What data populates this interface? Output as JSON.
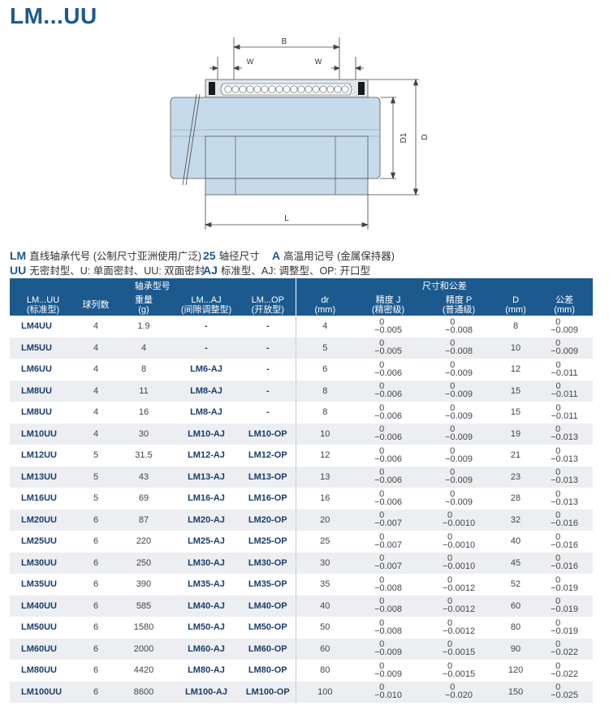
{
  "title": "LM...UU",
  "diagram": {
    "label_B": "B",
    "label_W_left": "W",
    "label_W_right": "W",
    "label_D1": "D1",
    "label_D": "D",
    "label_L": "L"
  },
  "legend": {
    "row1": {
      "code1": "LM",
      "text1": "直线轴承代号 (公制尺寸亚洲使用广泛)",
      "code2": "25",
      "text2": "轴径尺寸",
      "code3": "A",
      "text3": "高温用记号 (金属保持器)"
    },
    "row2": {
      "code1": "UU",
      "text1": "无密封型、U: 单面密封、UU: 双面密封",
      "code2": "AJ",
      "text2": "标准型、AJ: 调整型、OP: 开口型"
    }
  },
  "table": {
    "group_left": "轴承型号",
    "group_right": "尺寸和公差",
    "headers": [
      {
        "l1": "LM...UU",
        "l2": "(标准型)"
      },
      {
        "l1": "球列数",
        "l2": ""
      },
      {
        "l1": "重量",
        "l2": "(g)"
      },
      {
        "l1": "LM...AJ",
        "l2": "(间隙调整型)"
      },
      {
        "l1": "LM...OP",
        "l2": "(开放型)"
      },
      {
        "l1": "dr",
        "l2": "(mm)"
      },
      {
        "l1": "精度 J",
        "l2": "(精密级)"
      },
      {
        "l1": "精度 P",
        "l2": "(普通级)"
      },
      {
        "l1": "D",
        "l2": "(mm)"
      },
      {
        "l1": "公差",
        "l2": "(mm)"
      }
    ],
    "rows": [
      {
        "uu": "LM4UU",
        "balls": "4",
        "weight": "1.9",
        "aj": "-",
        "op": "-",
        "dr": "4",
        "j_top": "0",
        "j_bot": "−0.005",
        "p_top": "0",
        "p_bot": "−0.008",
        "d": "8",
        "tol_top": "0",
        "tol_bot": "−0.009"
      },
      {
        "uu": "LM5UU",
        "balls": "4",
        "weight": "4",
        "aj": "-",
        "op": "-",
        "dr": "5",
        "j_top": "0",
        "j_bot": "−0.005",
        "p_top": "0",
        "p_bot": "−0.008",
        "d": "10",
        "tol_top": "0",
        "tol_bot": "−0.009"
      },
      {
        "uu": "LM6UU",
        "balls": "4",
        "weight": "8",
        "aj": "LM6-AJ",
        "op": "-",
        "dr": "6",
        "j_top": "0",
        "j_bot": "−0.006",
        "p_top": "0",
        "p_bot": "−0.009",
        "d": "12",
        "tol_top": "0",
        "tol_bot": "−0.011"
      },
      {
        "uu": "LM8UU",
        "balls": "4",
        "weight": "11",
        "aj": "LM8-AJ",
        "op": "-",
        "dr": "8",
        "j_top": "0",
        "j_bot": "−0.006",
        "p_top": "0",
        "p_bot": "−0.009",
        "d": "15",
        "tol_top": "0",
        "tol_bot": "−0.011"
      },
      {
        "uu": "LM8UU",
        "balls": "4",
        "weight": "16",
        "aj": "LM8-AJ",
        "op": "-",
        "dr": "8",
        "j_top": "0",
        "j_bot": "−0.006",
        "p_top": "0",
        "p_bot": "−0.009",
        "d": "15",
        "tol_top": "0",
        "tol_bot": "−0.011"
      },
      {
        "uu": "LM10UU",
        "balls": "4",
        "weight": "30",
        "aj": "LM10-AJ",
        "op": "LM10-OP",
        "dr": "10",
        "j_top": "0",
        "j_bot": "−0.006",
        "p_top": "0",
        "p_bot": "−0.009",
        "d": "19",
        "tol_top": "0",
        "tol_bot": "−0.013"
      },
      {
        "uu": "LM12UU",
        "balls": "5",
        "weight": "31.5",
        "aj": "LM12-AJ",
        "op": "LM12-OP",
        "dr": "12",
        "j_top": "0",
        "j_bot": "−0.006",
        "p_top": "0",
        "p_bot": "−0.009",
        "d": "21",
        "tol_top": "0",
        "tol_bot": "−0.013"
      },
      {
        "uu": "LM13UU",
        "balls": "5",
        "weight": "43",
        "aj": "LM13-AJ",
        "op": "LM13-OP",
        "dr": "13",
        "j_top": "0",
        "j_bot": "−0.006",
        "p_top": "0",
        "p_bot": "−0.009",
        "d": "23",
        "tol_top": "0",
        "tol_bot": "−0.013"
      },
      {
        "uu": "LM16UU",
        "balls": "5",
        "weight": "69",
        "aj": "LM16-AJ",
        "op": "LM16-OP",
        "dr": "16",
        "j_top": "0",
        "j_bot": "−0.006",
        "p_top": "0",
        "p_bot": "−0.009",
        "d": "28",
        "tol_top": "0",
        "tol_bot": "−0.013"
      },
      {
        "uu": "LM20UU",
        "balls": "6",
        "weight": "87",
        "aj": "LM20-AJ",
        "op": "LM20-OP",
        "dr": "20",
        "j_top": "0",
        "j_bot": "−0.007",
        "p_top": "0",
        "p_bot": "−0.0010",
        "d": "32",
        "tol_top": "0",
        "tol_bot": "−0.016"
      },
      {
        "uu": "LM25UU",
        "balls": "6",
        "weight": "220",
        "aj": "LM25-AJ",
        "op": "LM25-OP",
        "dr": "25",
        "j_top": "0",
        "j_bot": "−0.007",
        "p_top": "0",
        "p_bot": "−0.0010",
        "d": "40",
        "tol_top": "0",
        "tol_bot": "−0.016"
      },
      {
        "uu": "LM30UU",
        "balls": "6",
        "weight": "250",
        "aj": "LM30-AJ",
        "op": "LM30-OP",
        "dr": "30",
        "j_top": "0",
        "j_bot": "−0.007",
        "p_top": "0",
        "p_bot": "−0.0010",
        "d": "45",
        "tol_top": "0",
        "tol_bot": "−0.016"
      },
      {
        "uu": "LM35UU",
        "balls": "6",
        "weight": "390",
        "aj": "LM35-AJ",
        "op": "LM35-OP",
        "dr": "35",
        "j_top": "0",
        "j_bot": "−0.008",
        "p_top": "0",
        "p_bot": "−0.0012",
        "d": "52",
        "tol_top": "0",
        "tol_bot": "−0.019"
      },
      {
        "uu": "LM40UU",
        "balls": "6",
        "weight": "585",
        "aj": "LM40-AJ",
        "op": "LM40-OP",
        "dr": "40",
        "j_top": "0",
        "j_bot": "−0.008",
        "p_top": "0",
        "p_bot": "−0.0012",
        "d": "60",
        "tol_top": "0",
        "tol_bot": "−0.019"
      },
      {
        "uu": "LM50UU",
        "balls": "6",
        "weight": "1580",
        "aj": "LM50-AJ",
        "op": "LM50-OP",
        "dr": "50",
        "j_top": "0",
        "j_bot": "−0.008",
        "p_top": "0",
        "p_bot": "−0.0012",
        "d": "80",
        "tol_top": "0",
        "tol_bot": "−0.019"
      },
      {
        "uu": "LM60UU",
        "balls": "6",
        "weight": "2000",
        "aj": "LM60-AJ",
        "op": "LM60-OP",
        "dr": "60",
        "j_top": "0",
        "j_bot": "−0.009",
        "p_top": "0",
        "p_bot": "−0.0015",
        "d": "90",
        "tol_top": "0",
        "tol_bot": "−0.022"
      },
      {
        "uu": "LM80UU",
        "balls": "6",
        "weight": "4420",
        "aj": "LM80-AJ",
        "op": "LM80-OP",
        "dr": "80",
        "j_top": "0",
        "j_bot": "−0.009",
        "p_top": "0",
        "p_bot": "−0.0015",
        "d": "120",
        "tol_top": "0",
        "tol_bot": "−0.022"
      },
      {
        "uu": "LM100UU",
        "balls": "6",
        "weight": "8600",
        "aj": "LM100-AJ",
        "op": "LM100-OP",
        "dr": "100",
        "j_top": "0",
        "j_bot": "−0.010",
        "p_top": "0",
        "p_bot": "−0.020",
        "d": "150",
        "tol_top": "0",
        "tol_bot": "−0.025"
      }
    ]
  }
}
